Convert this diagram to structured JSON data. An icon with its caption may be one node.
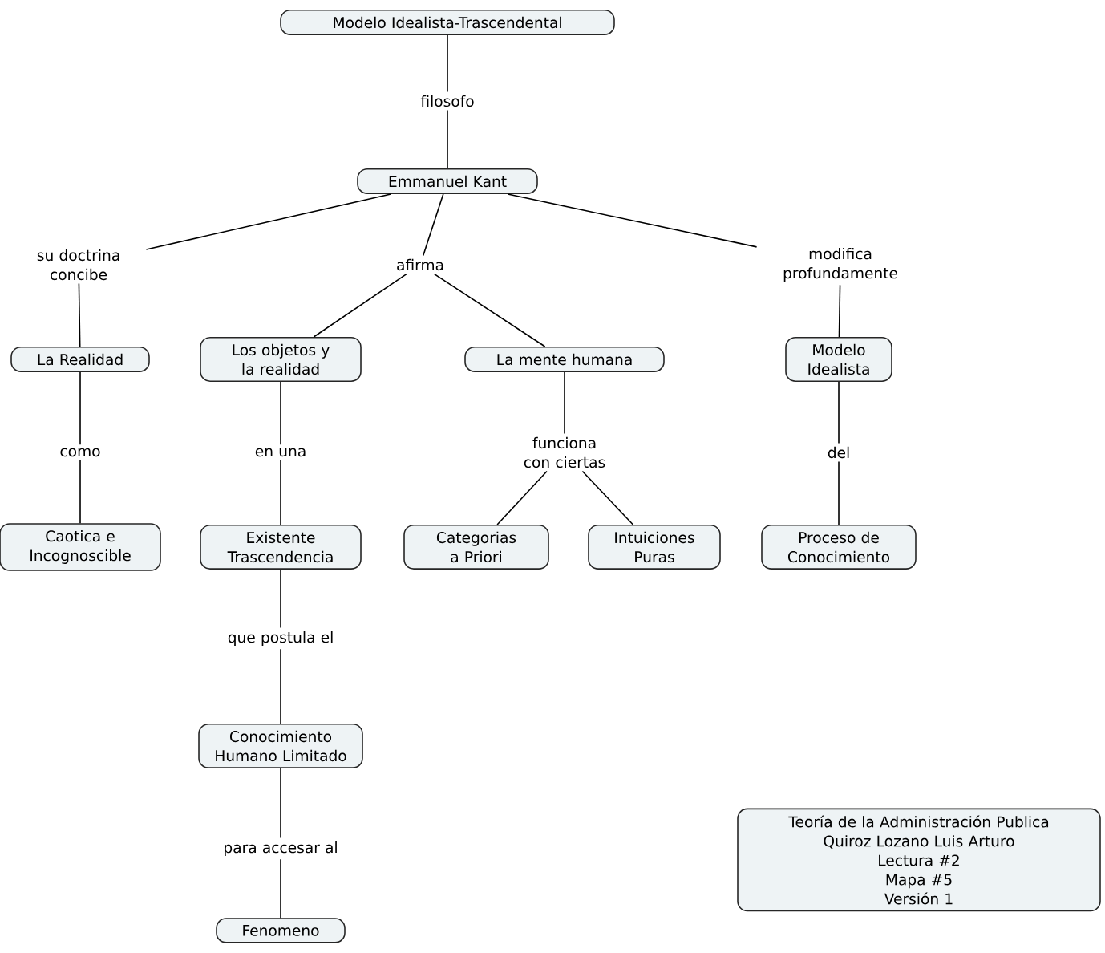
{
  "diagram": {
    "nodes": [
      {
        "text": [
          "Modelo Idealista-Trascendental"
        ]
      },
      {
        "text": [
          "filosofo"
        ]
      },
      {
        "text": [
          "Emmanuel Kant"
        ]
      },
      {
        "text": [
          "su doctrina concibe"
        ]
      },
      {
        "text": [
          "afirma"
        ]
      },
      {
        "text": [
          "modifica profundamente"
        ]
      },
      {
        "text": [
          "La Realidad"
        ]
      },
      {
        "text": [
          "Los objetos y la realidad"
        ]
      },
      {
        "text": [
          "La mente humana"
        ]
      },
      {
        "text": [
          "Modelo Idealista"
        ]
      },
      {
        "text": [
          "como"
        ]
      },
      {
        "text": [
          "en una"
        ]
      },
      {
        "text": [
          "funciona con ciertas"
        ]
      },
      {
        "text": [
          "del"
        ]
      },
      {
        "text": [
          "Caotica e Incognoscible"
        ]
      },
      {
        "text": [
          "Existente Trascendencia"
        ]
      },
      {
        "text": [
          "Categorias a Priori"
        ]
      },
      {
        "text": [
          "Intuiciones Puras"
        ]
      },
      {
        "text": [
          "Proceso de Conocimiento"
        ]
      },
      {
        "text": [
          "que postula el"
        ]
      },
      {
        "text": [
          "Conocimiento Humano Limitado"
        ]
      },
      {
        "text": [
          "para accesar al"
        ]
      },
      {
        "text": [
          "Fenomeno"
        ]
      },
      {
        "text": [
          "Teoría de la Administración Publica",
          "Quiroz Lozano Luis Arturo",
          "Lectura #2",
          "Mapa #5",
          "Versión 1"
        ]
      }
    ],
    "edges": [
      {
        "from": 0,
        "to": 1,
        "arrow": "none"
      },
      {
        "from": 1,
        "to": 2,
        "arrow": "none"
      },
      {
        "from": 2,
        "to": 3,
        "arrow": "none"
      },
      {
        "from": 2,
        "to": 4,
        "arrow": "none"
      },
      {
        "from": 2,
        "to": 5,
        "arrow": "none"
      },
      {
        "from": 3,
        "to": 6,
        "arrow": "none"
      },
      {
        "from": 4,
        "to": 7,
        "arrow": "none"
      },
      {
        "from": 4,
        "to": 8,
        "arrow": "none"
      },
      {
        "from": 5,
        "to": 9,
        "arrow": "none"
      },
      {
        "from": 6,
        "to": 10,
        "arrow": "none"
      },
      {
        "from": 10,
        "to": 14,
        "arrow": "none"
      },
      {
        "from": 7,
        "to": 11,
        "arrow": "none"
      },
      {
        "from": 11,
        "to": 15,
        "arrow": "none"
      },
      {
        "from": 8,
        "to": 12,
        "arrow": "none"
      },
      {
        "from": 12,
        "to": 16,
        "arrow": "none"
      },
      {
        "from": 12,
        "to": 17,
        "arrow": "none"
      },
      {
        "from": 9,
        "to": 13,
        "arrow": "none"
      },
      {
        "from": 13,
        "to": 18,
        "arrow": "none"
      },
      {
        "from": 15,
        "to": 19,
        "arrow": "none"
      },
      {
        "from": 19,
        "to": 20,
        "arrow": "none"
      },
      {
        "from": 20,
        "to": 21,
        "arrow": "none"
      },
      {
        "from": 21,
        "to": 22,
        "arrow": "none"
      }
    ]
  }
}
